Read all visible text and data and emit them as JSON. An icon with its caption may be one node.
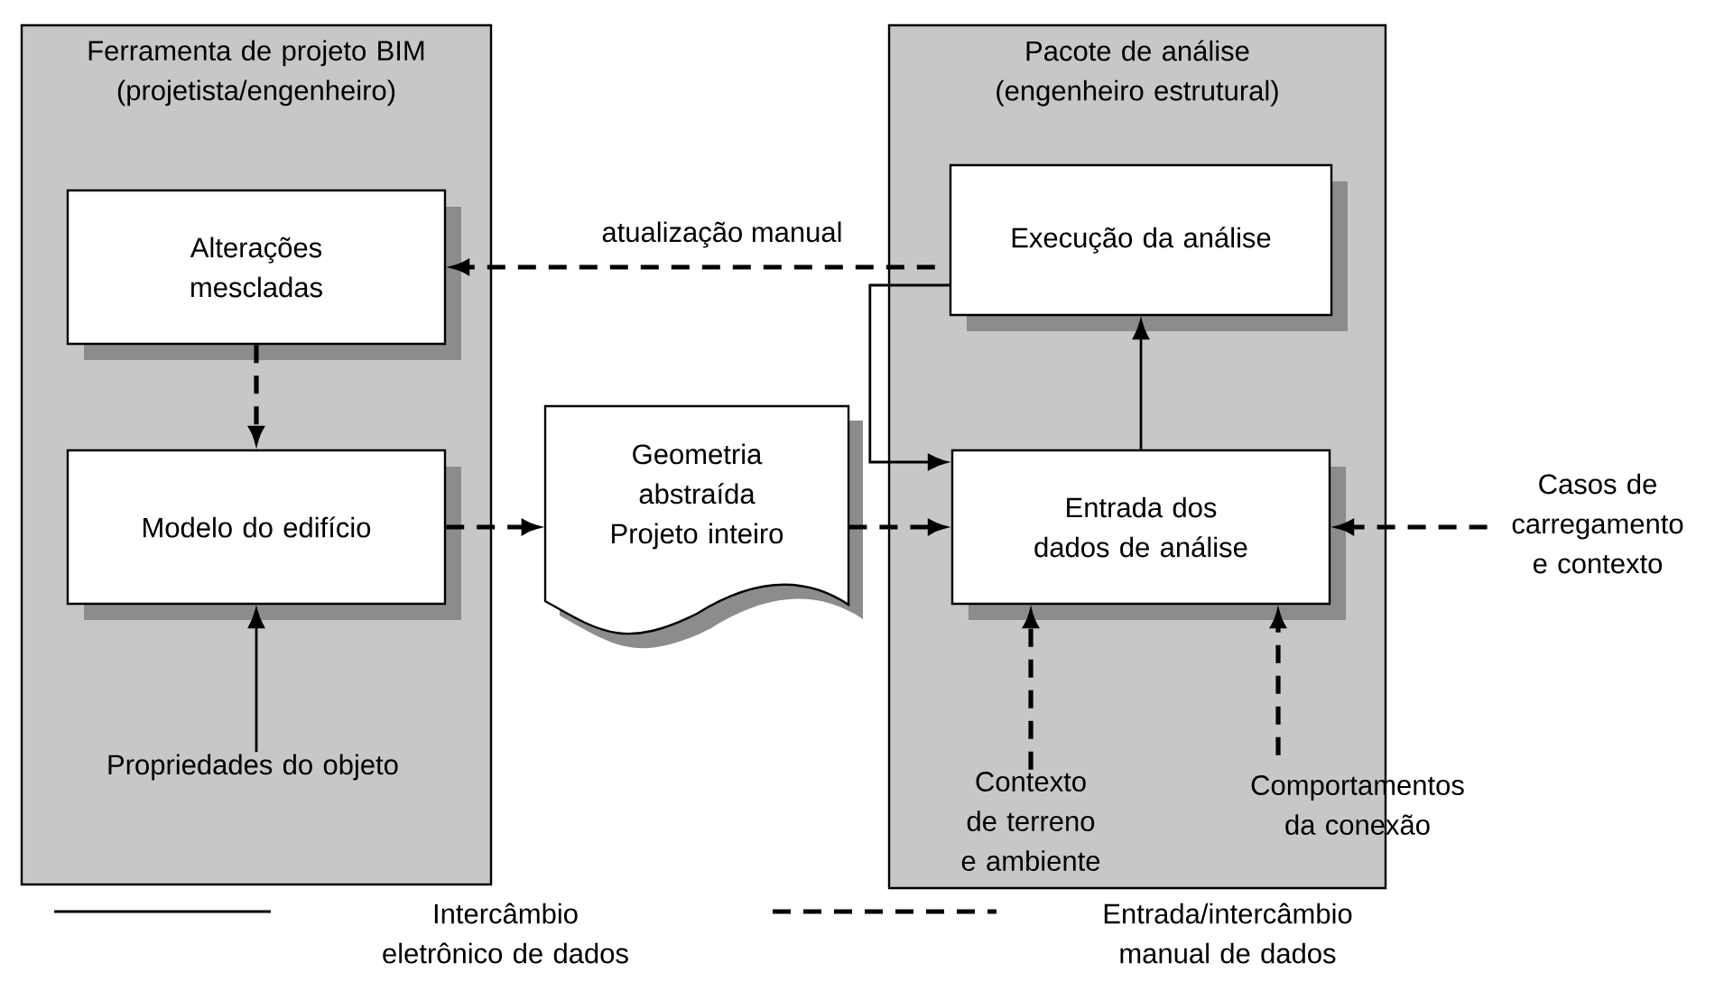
{
  "diagram": {
    "nodes": [
      {
        "text": [
          "Ferramenta de projeto BIM (projetista/engenheiro)"
        ]
      },
      {
        "text": [
          "Alterações mescladas"
        ],
        "in": 0
      },
      {
        "text": [
          "Modelo do edifício"
        ],
        "in": 0
      },
      {
        "text": [
          "Propriedades do objeto"
        ],
        "in": 0
      },
      {
        "text": [
          "Geometria abstraída Projeto inteiro"
        ]
      },
      {
        "text": [
          "Pacote de análise (engenheiro estrutural)"
        ]
      },
      {
        "text": [
          "Execução da análise"
        ],
        "in": 5
      },
      {
        "text": [
          "Entrada dos dados de análise"
        ],
        "in": 5
      },
      {
        "text": [
          "Contexto de terreno e ambiente"
        ],
        "in": 5
      },
      {
        "text": [
          "Comportamentos da conexão"
        ]
      },
      {
        "text": [
          "Casos de carregamento e contexto"
        ]
      }
    ],
    "edges": [
      {
        "from": 6,
        "to": 1,
        "arrow": "to",
        "style": "dashed",
        "label": "atualização manual"
      },
      {
        "from": 1,
        "to": 2,
        "arrow": "to",
        "style": "dashed"
      },
      {
        "from": 3,
        "to": 2,
        "arrow": "to"
      },
      {
        "from": 2,
        "to": 4,
        "arrow": "to",
        "style": "dashed"
      },
      {
        "from": 4,
        "to": 7,
        "arrow": "to",
        "style": "dashed"
      },
      {
        "from": 6,
        "to": 7,
        "arrow": "to"
      },
      {
        "from": 7,
        "to": 6,
        "arrow": "to"
      },
      {
        "from": 8,
        "to": 7,
        "arrow": "to",
        "style": "dashed"
      },
      {
        "from": 9,
        "to": 7,
        "arrow": "to",
        "style": "dashed"
      },
      {
        "from": 10,
        "to": 7,
        "arrow": "to",
        "style": "dashed"
      }
    ],
    "legend": [
      {
        "text": "Intercâmbio eletrônico de dados"
      },
      {
        "text": "Entrada/intercâmbio manual de dados"
      }
    ]
  }
}
